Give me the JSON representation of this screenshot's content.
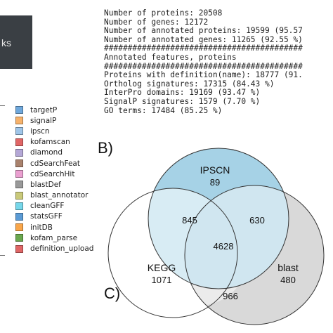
{
  "tile_text": "ks",
  "legend": [
    {
      "label": "targetP",
      "color": "#6fa8dc"
    },
    {
      "label": "signalP",
      "color": "#f6b26b"
    },
    {
      "label": "ipscn",
      "color": "#9fc5e8"
    },
    {
      "label": "kofamscan",
      "color": "#e06666"
    },
    {
      "label": "diamond",
      "color": "#b4a7d6"
    },
    {
      "label": "cdSearchFeat",
      "color": "#a9826d"
    },
    {
      "label": "cdSearchHit",
      "color": "#ea9fd0"
    },
    {
      "label": "blastDef",
      "color": "#999999"
    },
    {
      "label": "blast_annotator",
      "color": "#c9c97a"
    },
    {
      "label": "cleanGFF",
      "color": "#76d7ea"
    },
    {
      "label": "statsGFF",
      "color": "#5b9bd5"
    },
    {
      "label": "initDB",
      "color": "#f9a64a"
    },
    {
      "label": "kofam_parse",
      "color": "#6aa84f"
    },
    {
      "label": "definition_upload",
      "color": "#e06666"
    }
  ],
  "stats_lines": [
    "Number of proteins: 20508",
    "Number of genes: 12172",
    "Number of annotated proteins: 19599 (95.57",
    "Number of annotated genes: 11265 (92.55 %)",
    "##########################################",
    "Annotated features, proteins",
    "##########################################",
    "Proteins with definition(name): 18777 (91.",
    "Ortholog signatures: 17315 (84.43 %)",
    "InterPro domains: 19169 (93.47 %)",
    "SignalP signatures: 1579 (7.70 %)",
    "GO terms: 17484 (85.25 %)"
  ],
  "panel_labels": {
    "b": "B)",
    "c": "C)"
  },
  "venn": {
    "ipscn": {
      "name": "IPSCN",
      "value": "89",
      "color": "#a6d2e6"
    },
    "kegg": {
      "name": "KEGG",
      "value": "1071",
      "color": "#ffffff"
    },
    "blast": {
      "name": "blast",
      "value": "480",
      "color": "#d9d9d9"
    },
    "ipscn_kegg": "845",
    "ipscn_blast": "630",
    "kegg_blast": "966",
    "all": "4628"
  }
}
